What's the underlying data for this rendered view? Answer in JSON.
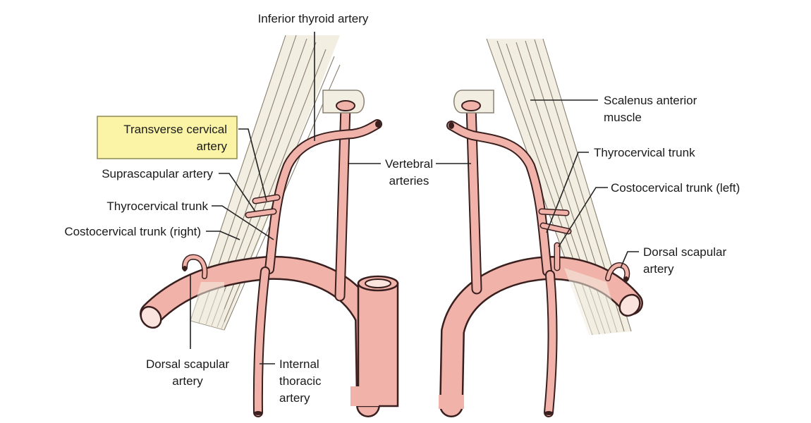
{
  "colors": {
    "artery": "#f1b3a9",
    "artery_outline": "#3a1f1f",
    "muscle_fill": "#f3eee2",
    "muscle_line": "#8a8070",
    "highlight_fill": "#fbf4a6",
    "highlight_border": "#8f8a50",
    "leader": "#222222",
    "text": "#1a1a1a"
  },
  "labels": {
    "inferior_thyroid_artery": "Inferior thyroid artery",
    "transverse_cervical_line1": "Transverse cervical",
    "transverse_cervical_line2": "artery",
    "suprascapular_artery": "Suprascapular artery",
    "thyrocervical_trunk_right": "Thyrocervical trunk",
    "costocervical_trunk_right": "Costocervical trunk (right)",
    "vertebral_line1": "Vertebral",
    "vertebral_line2": "arteries",
    "scalenus_line1": "Scalenus anterior",
    "scalenus_line2": "muscle",
    "thyrocervical_trunk_left": "Thyrocervical trunk",
    "costocervical_trunk_left": "Costocervical trunk (left)",
    "dorsal_scapular_left_line1": "Dorsal scapular",
    "dorsal_scapular_left_line2": "artery",
    "dorsal_scapular_right_line1": "Dorsal scapular",
    "dorsal_scapular_right_line2": "artery",
    "internal_thoracic_line1": "Internal",
    "internal_thoracic_line2": "thoracic",
    "internal_thoracic_line3": "artery"
  },
  "highlighted_label": "transverse_cervical"
}
